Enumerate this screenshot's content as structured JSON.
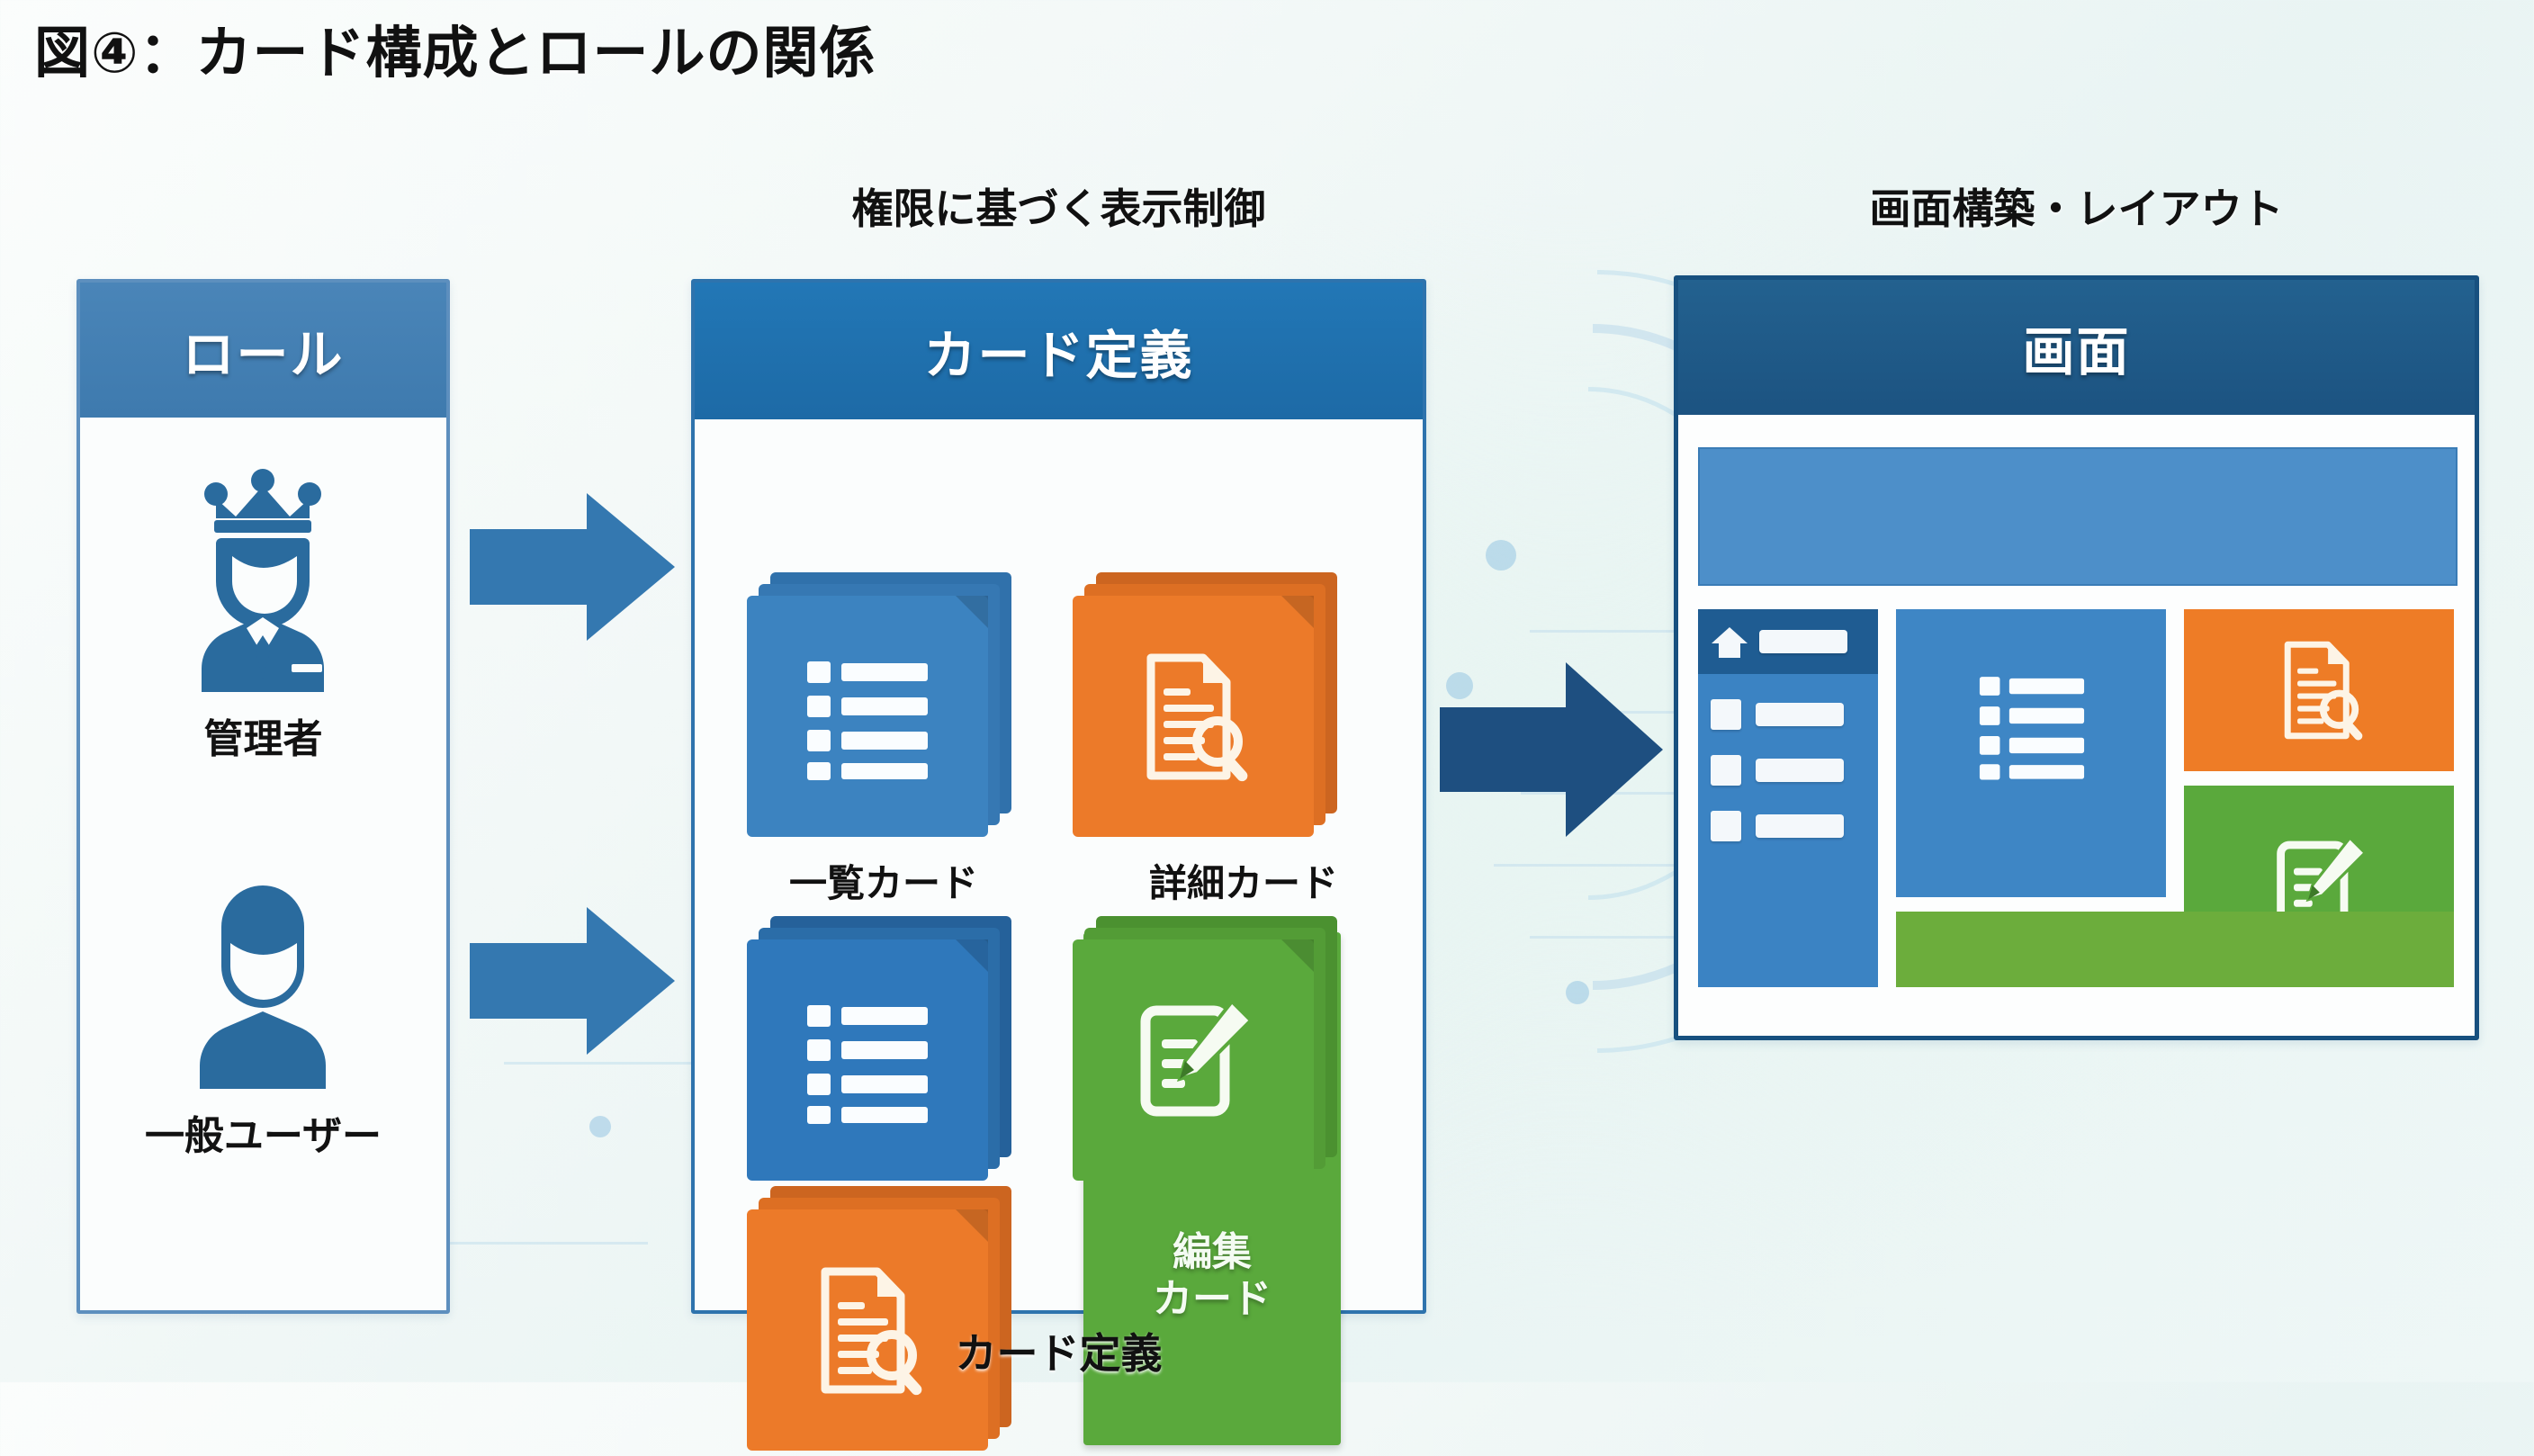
{
  "title": "図④：カード構成とロールの関係",
  "section_headers": {
    "center": "権限に基づく表示制御",
    "right": "画面構築・レイアウト"
  },
  "role_panel": {
    "header": "ロール",
    "roles": [
      {
        "label": "管理者",
        "icon": "admin-crown-user-icon"
      },
      {
        "label": "一般ユーザー",
        "icon": "general-user-icon"
      }
    ]
  },
  "card_panel": {
    "header": "カード定義",
    "caption": "カード定義",
    "cards": [
      {
        "label": "一覧カード",
        "icon": "list-icon",
        "color": "#3c83c0",
        "kind": "stack"
      },
      {
        "label": "詳細カード",
        "icon": "document-search-icon",
        "color": "#ec7a29",
        "kind": "stack"
      },
      {
        "label": "",
        "icon": "list-icon",
        "color": "#2f78bb",
        "kind": "stack"
      },
      {
        "label": "編集\nカード",
        "icon": "edit-pencil-icon",
        "color": "#5aa93c",
        "kind": "stack-panel"
      },
      {
        "label": "",
        "icon": "document-search-icon",
        "color": "#ec7a29",
        "kind": "stack"
      }
    ],
    "edit_card_label_line1": "編集",
    "edit_card_label_line2": "カード"
  },
  "screen_panel": {
    "header": "画面",
    "regions": [
      {
        "name": "header-bar",
        "color": "#4d8fc9"
      },
      {
        "name": "sidebar",
        "color": "#3b83c3"
      },
      {
        "name": "list-region",
        "color": "#3e86c5"
      },
      {
        "name": "detail-region",
        "color": "#ee7c26"
      },
      {
        "name": "edit-region",
        "color": "#5aa93c"
      },
      {
        "name": "footer-region",
        "color": "#6cad3c"
      }
    ],
    "sidebar_items": [
      {
        "icon": "home-icon",
        "selected": true
      },
      {
        "icon": "square-icon",
        "selected": false
      },
      {
        "icon": "square-icon",
        "selected": false
      },
      {
        "icon": "square-icon",
        "selected": false
      }
    ]
  },
  "arrows": [
    {
      "name": "arrow-admin-to-cards",
      "color": "#3478b0"
    },
    {
      "name": "arrow-user-to-cards",
      "color": "#3478b0"
    },
    {
      "name": "arrow-cards-to-screen",
      "color": "#1e4f80"
    }
  ],
  "colors": {
    "blue_card": "#3c83c0",
    "orange_card": "#ec7a29",
    "green_card": "#5aa93c",
    "panel_header_blue": "#2277b6",
    "role_header_blue": "#4a85b8",
    "screen_header_blue": "#23618f",
    "arrow_blue": "#3478b0",
    "arrow_navy": "#1e4f80",
    "background": "#eef7f6"
  }
}
